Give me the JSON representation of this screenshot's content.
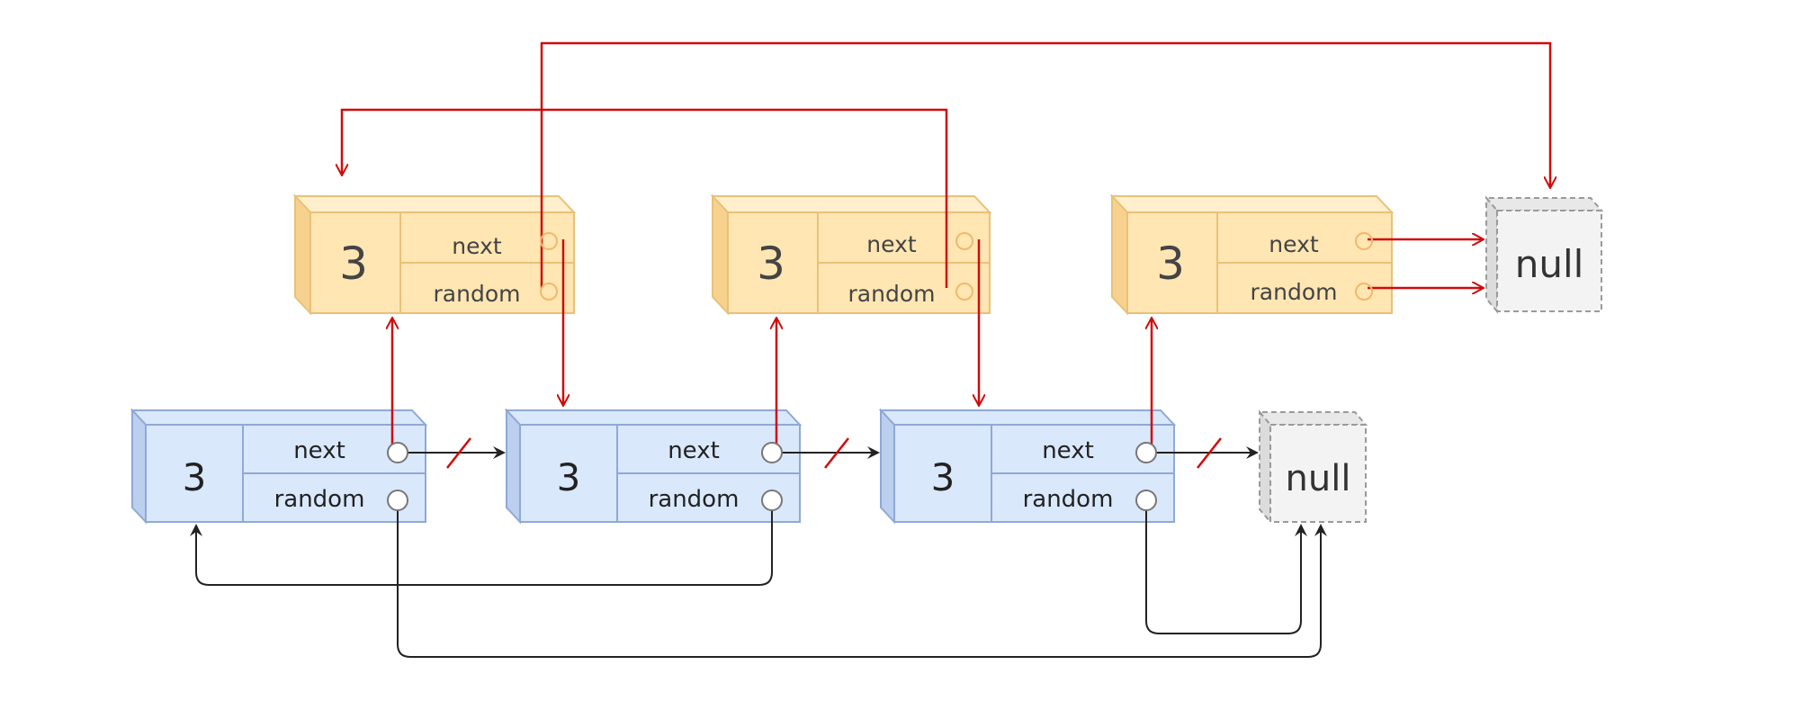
{
  "colors": {
    "original_fill": "#dae8fc",
    "original_side": "#bccfef",
    "original_stroke": "#8ea9d6",
    "copy_fill": "#ffe6b3",
    "copy_side": "#f7d28e",
    "copy_stroke": "#e8c178",
    "null_fill": "#f3f3f3",
    "null_stroke": "#9a9a9a",
    "red": "#d10a0a",
    "black": "#222222"
  },
  "original_nodes": [
    {
      "val": "3",
      "next_label": "next",
      "random_label": "random"
    },
    {
      "val": "3",
      "next_label": "next",
      "random_label": "random"
    },
    {
      "val": "3",
      "next_label": "next",
      "random_label": "random"
    }
  ],
  "copy_nodes": [
    {
      "val": "3",
      "next_label": "next",
      "random_label": "random"
    },
    {
      "val": "3",
      "next_label": "next",
      "random_label": "random"
    },
    {
      "val": "3",
      "next_label": "next",
      "random_label": "random"
    }
  ],
  "null_boxes": {
    "original": {
      "label": "null"
    },
    "copy": {
      "label": "null"
    }
  }
}
